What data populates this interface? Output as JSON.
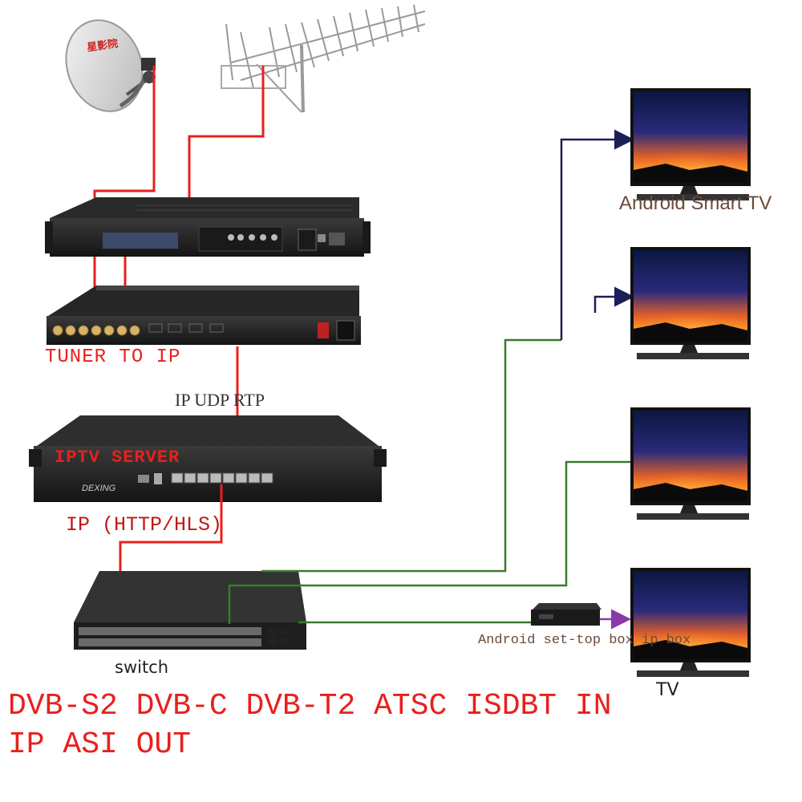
{
  "labels": {
    "tuner_to_ip": "TUNER TO IP",
    "ip_udp_rtp": "IP UDP RTP",
    "iptv_server": "IPTV SERVER",
    "ip_http_hls": "IP (HTTP/HLS)",
    "switch": "switch",
    "android_smart_tv": "Android Smart TV",
    "android_stb": "Android set-top box ip box",
    "tv": "TV",
    "headline_line1": "DVB-S2 DVB-C DVB-T2 ATSC ISDBT IN",
    "headline_line2": "IP ASI OUT",
    "server_brand": "DEXING",
    "satellite_dish_text": "星影院"
  },
  "colors": {
    "signal_red": "#e8201c",
    "network_green": "#3a7a2e",
    "link_navy": "#1c1f5a",
    "stb_purple": "#8a3aa8"
  }
}
